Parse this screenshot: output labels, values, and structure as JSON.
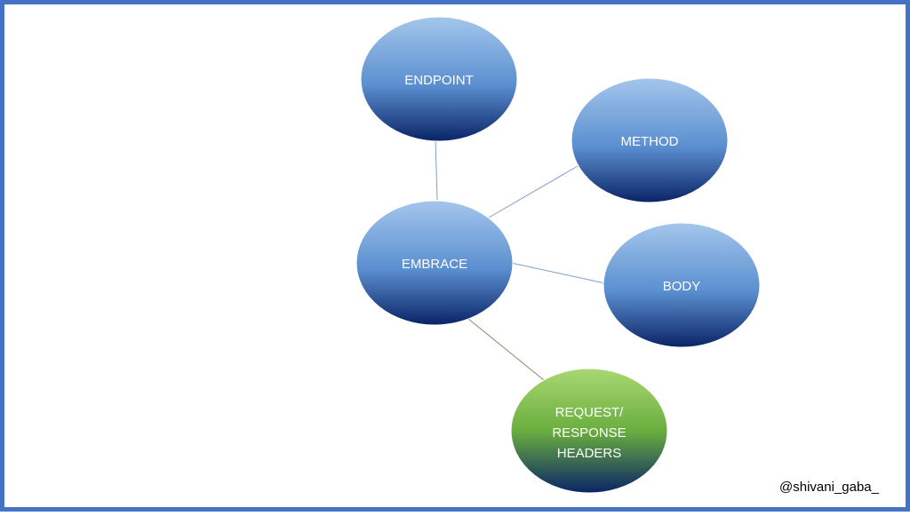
{
  "diagram": {
    "center": {
      "label": "EMBRACE",
      "color_top": "#8db4e2",
      "color_bottom": "#002060"
    },
    "nodes": [
      {
        "id": "endpoint",
        "lines": [
          "ENDPOINT"
        ],
        "color_top": "#8db4e2",
        "color_bottom": "#002060"
      },
      {
        "id": "method",
        "lines": [
          "METHOD"
        ],
        "color_top": "#8db4e2",
        "color_bottom": "#002060"
      },
      {
        "id": "body",
        "lines": [
          "BODY"
        ],
        "color_top": "#8db4e2",
        "color_bottom": "#002060"
      },
      {
        "id": "headers",
        "lines": [
          "REQUEST/",
          "RESPONSE",
          "HEADERS"
        ],
        "color_top": "#9bcf63",
        "color_bottom": "#002060"
      }
    ],
    "edge_color": "#7f9fcf"
  },
  "credit": "@shivani_gaba_",
  "frame_color": "#4472c4"
}
